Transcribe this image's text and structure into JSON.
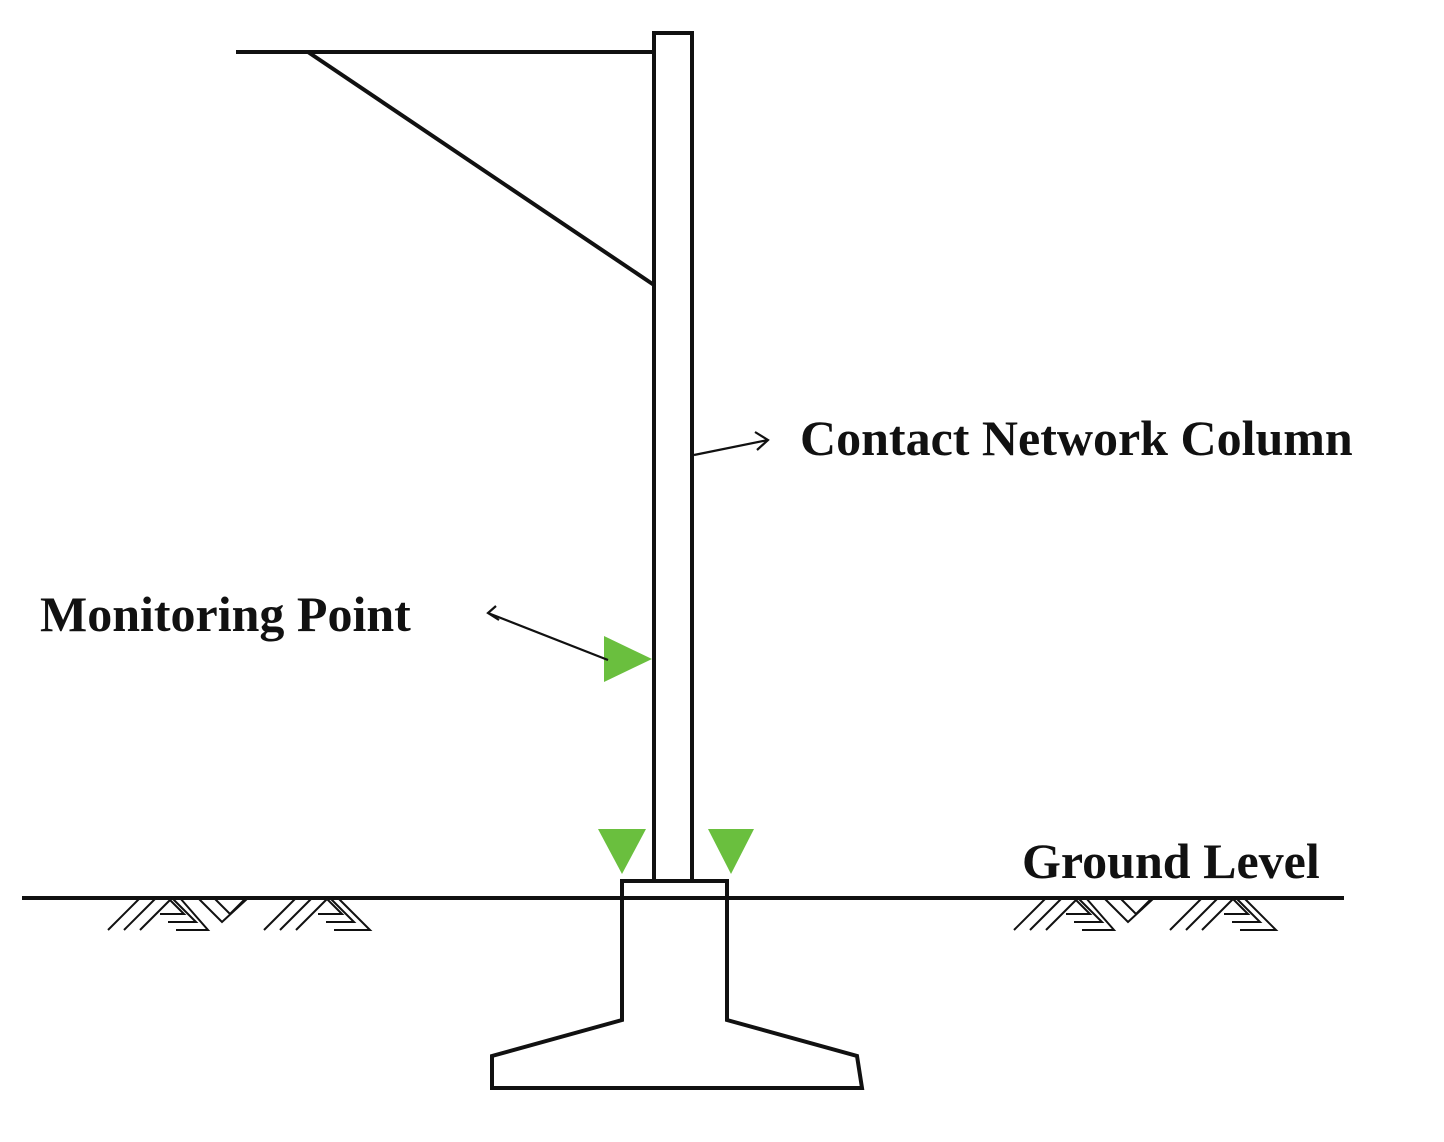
{
  "labels": {
    "column": "Contact Network Column",
    "monitoring_point": "Monitoring Point",
    "ground_level": "Ground Level"
  },
  "colors": {
    "line": "#111111",
    "marker": "#6abf3e",
    "background": "#ffffff"
  }
}
